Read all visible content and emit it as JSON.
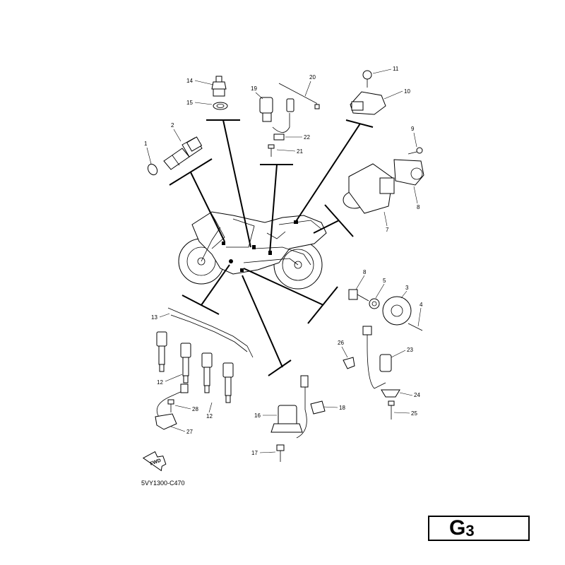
{
  "diagram_code": "5VY1300-C470",
  "fwd_label": "FWD",
  "sheet": {
    "letter": "G",
    "number": "3"
  },
  "callouts": {
    "c1": "1",
    "c2": "2",
    "c3": "3",
    "c4": "4",
    "c5": "5",
    "c7": "7",
    "c8_top": "8",
    "c8_mid": "8",
    "c9": "9",
    "c10": "10",
    "c11": "11",
    "c12_a": "12",
    "c12_b": "12",
    "c13": "13",
    "c14": "14",
    "c15": "15",
    "c16": "16",
    "c17": "17",
    "c18": "18",
    "c19": "19",
    "c20": "20",
    "c21": "21",
    "c22": "22",
    "c23": "23",
    "c24": "24",
    "c25": "25",
    "c26": "26",
    "c27": "27",
    "c28": "28"
  }
}
